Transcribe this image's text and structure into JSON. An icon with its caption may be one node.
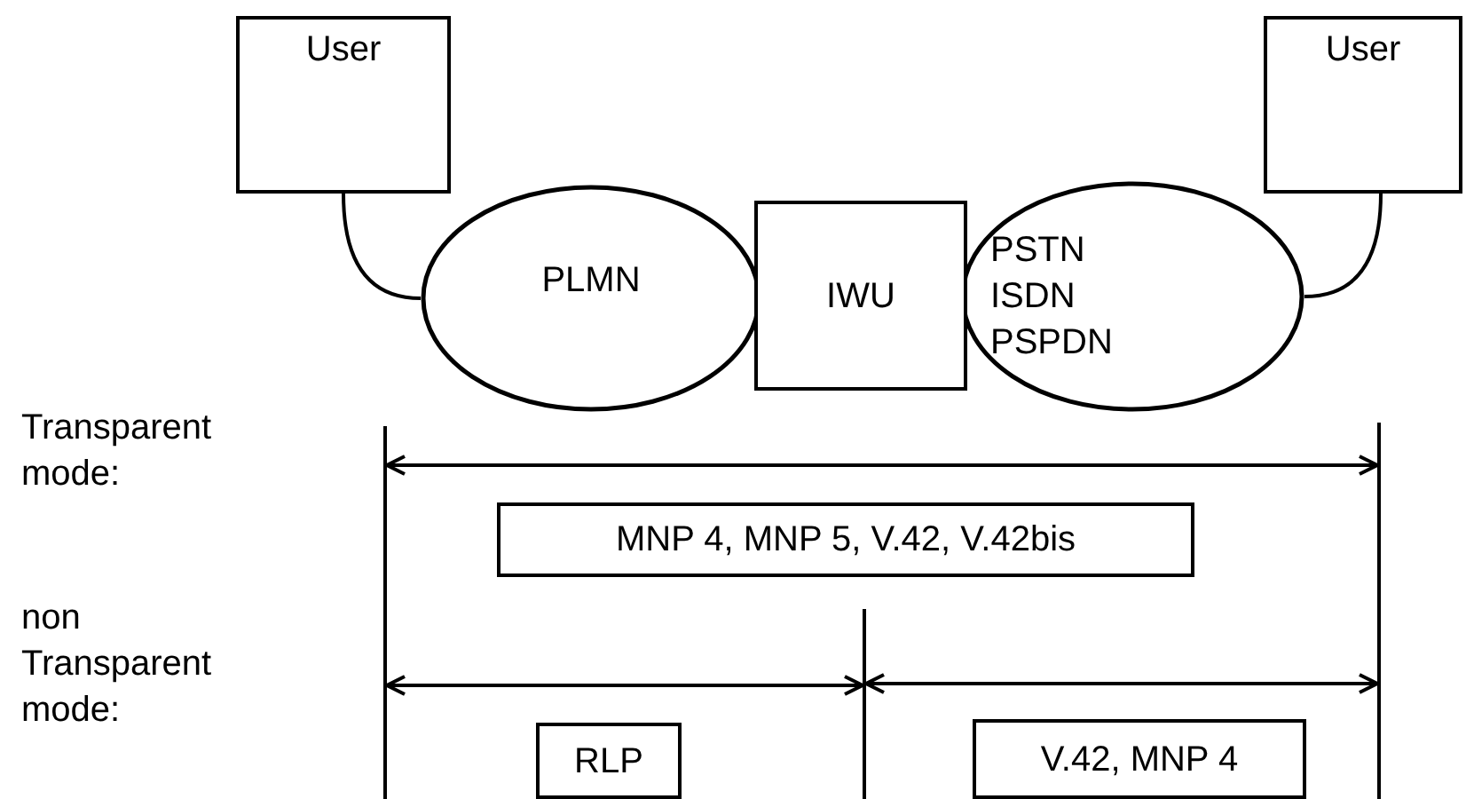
{
  "diagram": {
    "nodes": [
      {
        "text": [
          "User"
        ]
      },
      {
        "text": [
          "User"
        ]
      },
      {
        "text": [
          "PLMN"
        ]
      },
      {
        "text": [
          "IWU"
        ]
      },
      {
        "text": [
          "PSTN",
          "ISDN",
          "PSPDN"
        ]
      },
      {
        "text": [
          "MNP 4, MNP 5, V.42, V.42bis"
        ]
      },
      {
        "text": [
          "RLP"
        ]
      },
      {
        "text": [
          "V.42, MNP 4"
        ]
      }
    ],
    "edges": [
      {
        "from": 0,
        "to": 2,
        "arrow": "none"
      },
      {
        "from": 1,
        "to": 4,
        "arrow": "none"
      }
    ],
    "labels": [
      "Transparent mode:",
      "non Transparent mode:"
    ]
  }
}
